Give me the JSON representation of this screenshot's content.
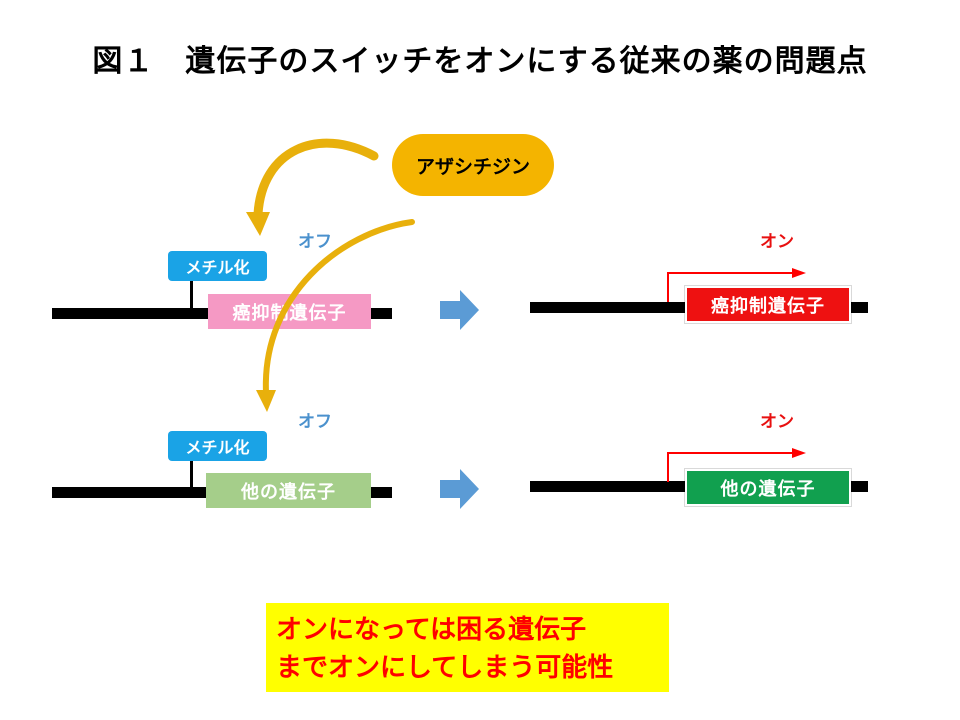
{
  "title": "図１　遺伝子のスイッチをオンにする従来の薬の問題点",
  "drug": {
    "label": "アザシチジン"
  },
  "rows": [
    {
      "before": {
        "state": "オフ",
        "methyl": "メチル化",
        "gene": "癌抑制遺伝子",
        "gene_color": "#f599c4"
      },
      "after": {
        "state": "オン",
        "gene": "癌抑制遺伝子",
        "gene_color": "#ee1111"
      }
    },
    {
      "before": {
        "state": "オフ",
        "methyl": "メチル化",
        "gene": "他の遺伝子",
        "gene_color": "#a5ce8a"
      },
      "after": {
        "state": "オン",
        "gene": "他の遺伝子",
        "gene_color": "#11a04f"
      }
    }
  ],
  "note": {
    "line1": "オンになっては困る遺伝子",
    "line2": "までオンにしてしまう可能性"
  },
  "colors": {
    "drug_pill": "#f4b400",
    "methyl_box": "#1aa3e6",
    "state_off": "#4b91cd",
    "state_on": "#e81010",
    "process_arrow": "#5b9bd5",
    "curved_arrow": "#e8b00c",
    "note_background": "#ffff00",
    "transcription_arrow": "#ff0000"
  },
  "icons": {
    "process_arrow": "right-block-arrow-icon",
    "transcription_arrow": "bent-right-arrow-icon",
    "drug_action": "curved-arrow-icon"
  }
}
